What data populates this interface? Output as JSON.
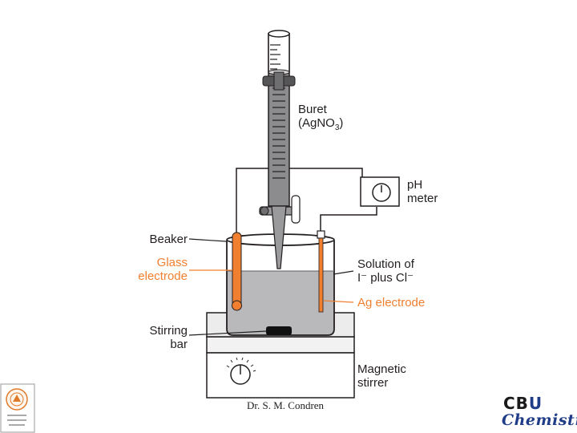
{
  "labels": {
    "buret_line1": "Buret",
    "buret_line2_pre": "(AgNO",
    "buret_line2_sub": "3",
    "buret_line2_post": ")",
    "ph_line1": "pH",
    "ph_line2": "meter",
    "beaker": "Beaker",
    "glass_line1": "Glass",
    "glass_line2": "electrode",
    "solution_line1": "Solution of",
    "solution_line2": "I⁻ plus Cl⁻",
    "ag_electrode": "Ag electrode",
    "stirring_line1": "Stirring",
    "stirring_line2": "bar",
    "magnetic_line1": "Magnetic",
    "magnetic_line2": "stirrer"
  },
  "footer": {
    "author": "Dr. S. M. Condren"
  },
  "logo": {
    "cbu_pre": "CB",
    "cbu_u": "U",
    "chemistry": "Chemistry"
  },
  "colors": {
    "electrode_orange": "#f07f2f",
    "solution_gray": "#b9b9bb",
    "outline": "#231f20",
    "logo_blue": "#1f3c88",
    "seal_orange": "#e07b2c"
  },
  "icons": [
    "pH-meter-dial-icon",
    "stirrer-knob-icon",
    "university-seal-icon"
  ]
}
